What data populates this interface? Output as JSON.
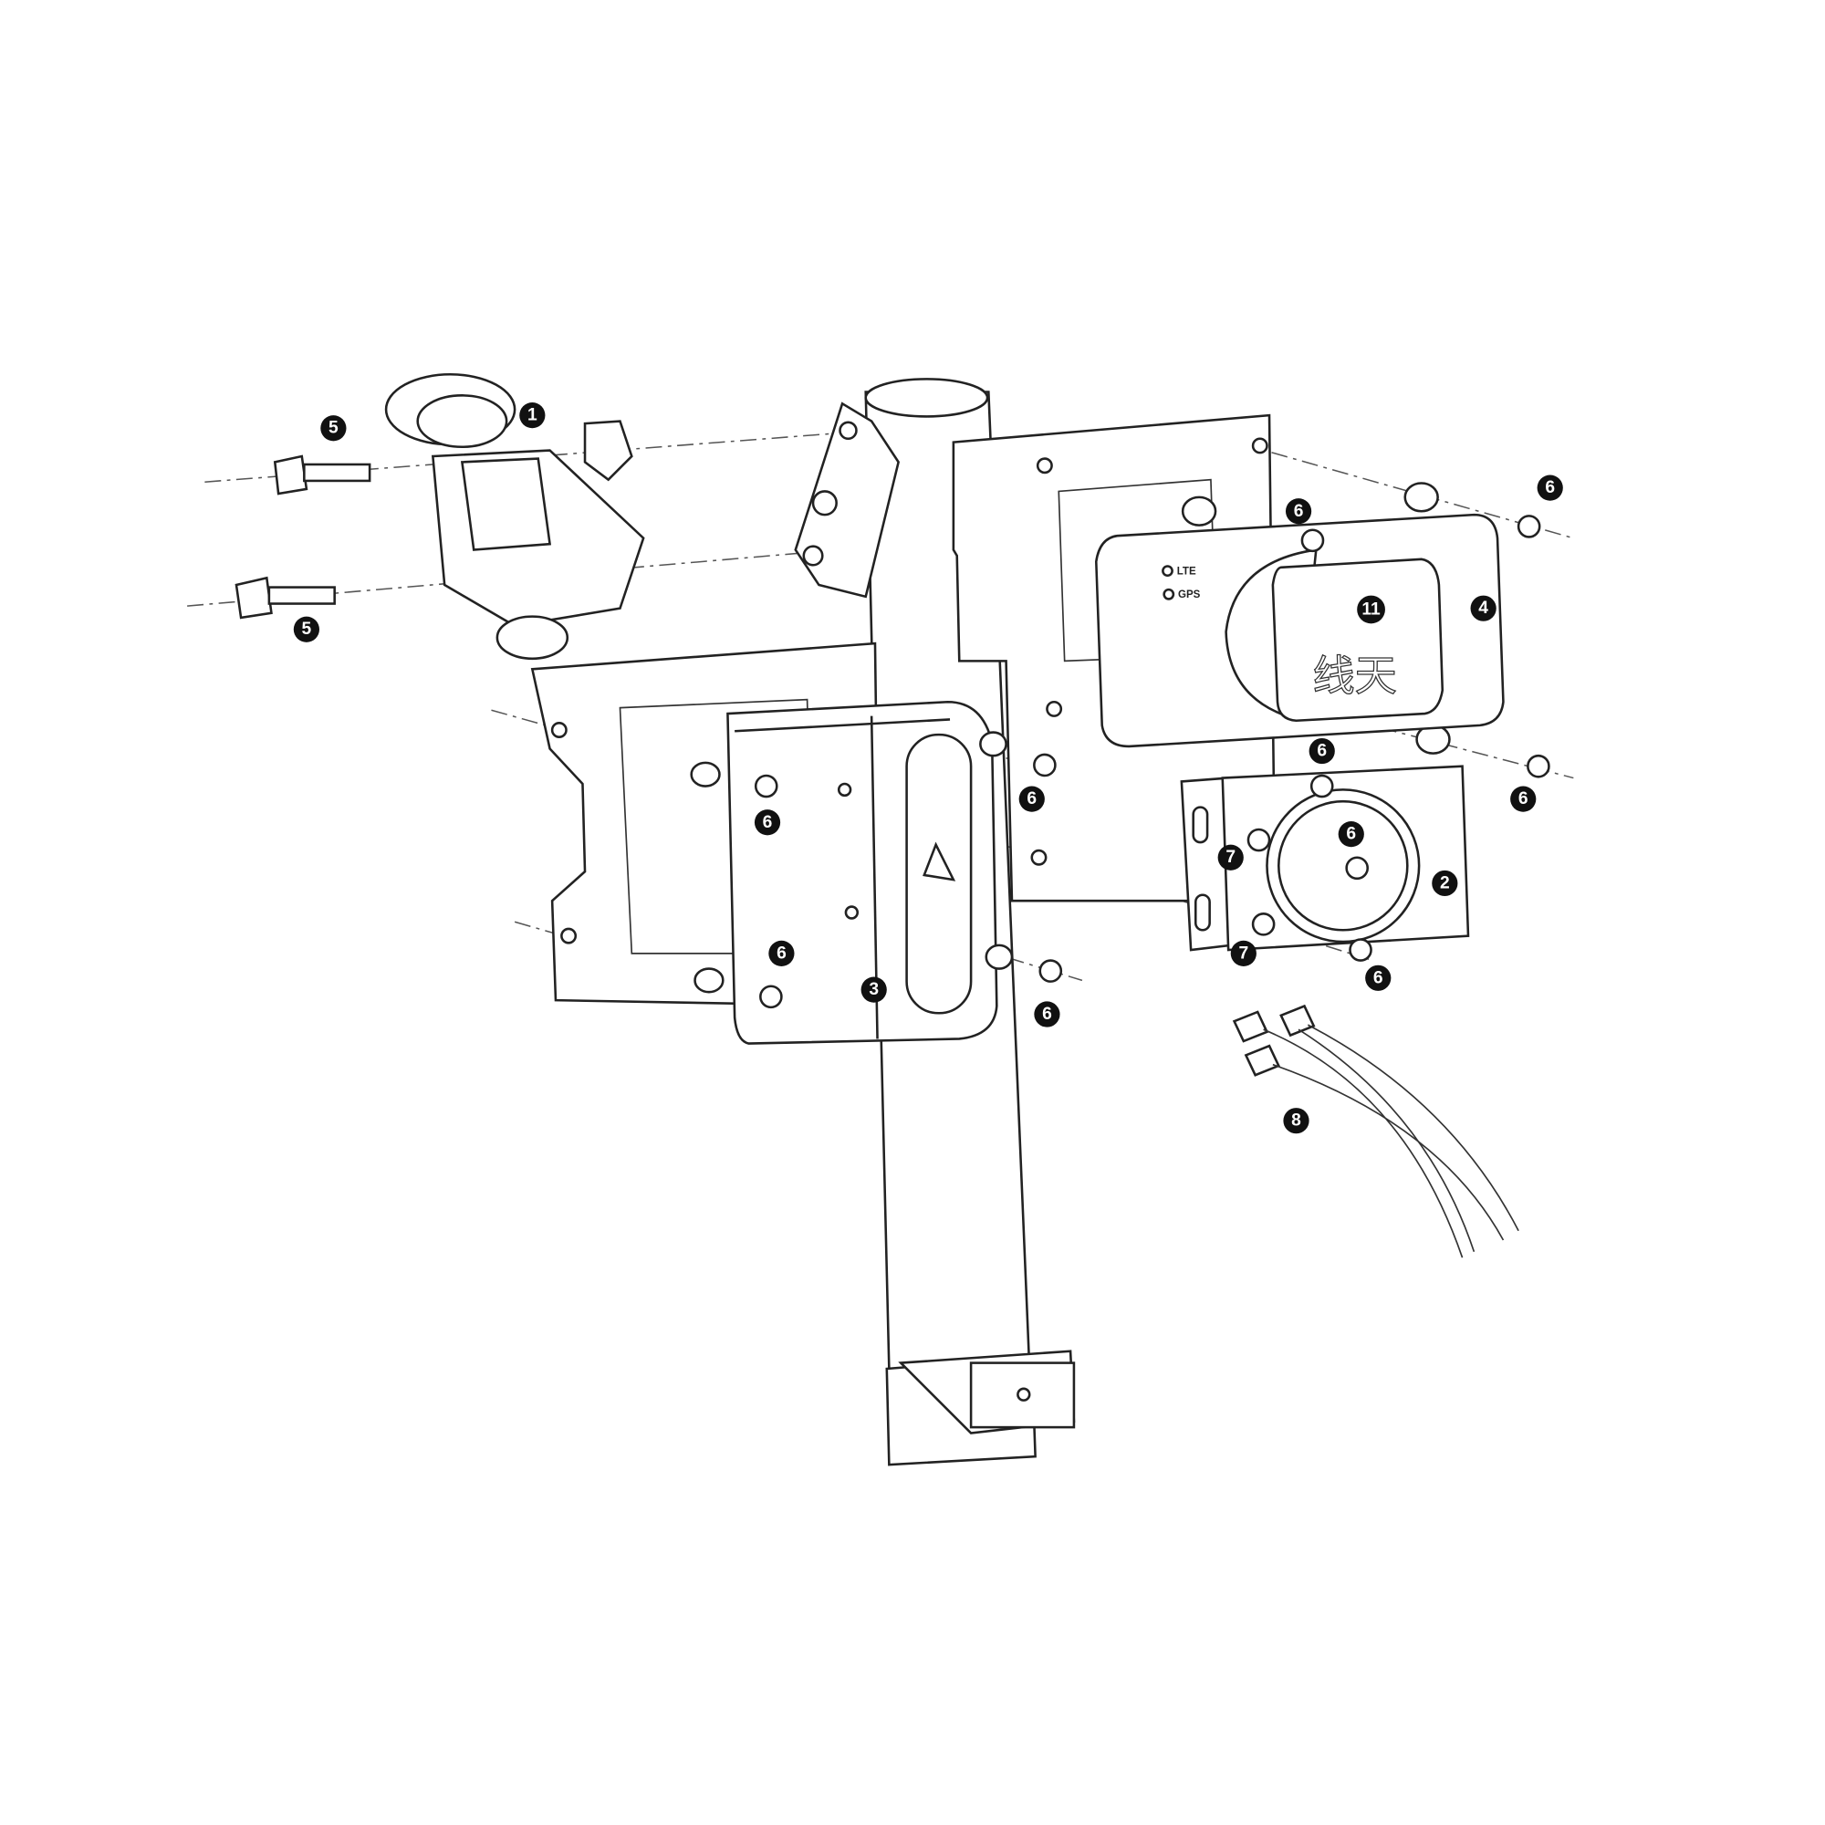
{
  "diagram": {
    "type": "exploded-assembly",
    "device_labels": {
      "lte": "LTE",
      "gps": "GPS"
    },
    "antenna_marking": "线天",
    "callouts": [
      "1",
      "5",
      "5",
      "6",
      "6",
      "4",
      "11",
      "6",
      "6",
      "6",
      "6",
      "6",
      "7",
      "2",
      "6",
      "7",
      "3",
      "6",
      "6",
      "8"
    ]
  }
}
